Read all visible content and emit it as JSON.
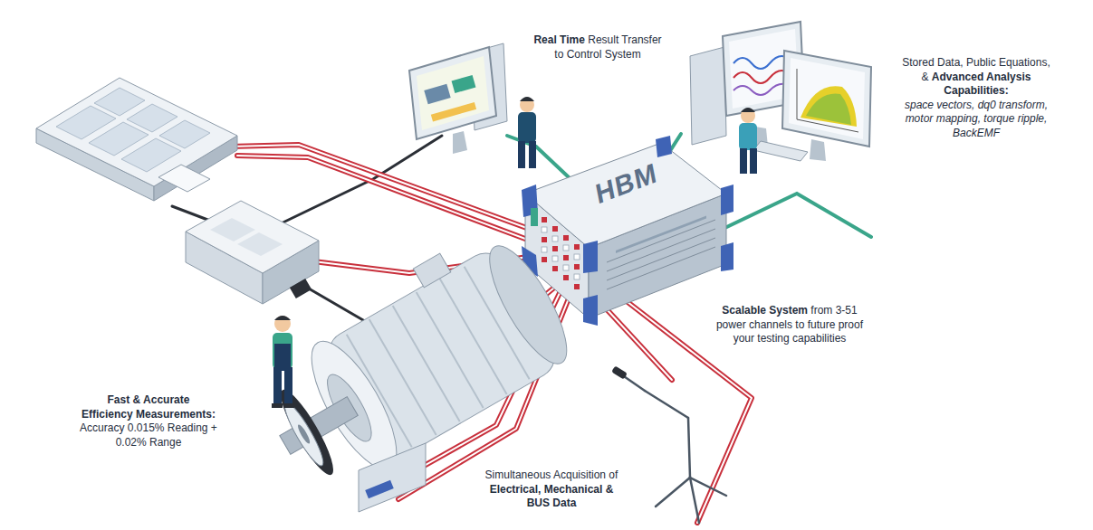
{
  "diagram": {
    "labels": [
      "Real Time Result Transfer to Control System",
      "Stored Data, Public Equations, & Advanced Analysis Capabilities: space vectors, dq0 transform, motor mapping, torque ripple, BackEMF",
      "HBM",
      "Scalable System from 3-51 power channels to future proof your testing capabilities",
      "Fast & Accurate Efficiency Measurements: Accuracy 0.015% Reading + 0.02% Range",
      "Simultaneous Acquisition of Electrical, Mechanical & BUS Data"
    ]
  }
}
